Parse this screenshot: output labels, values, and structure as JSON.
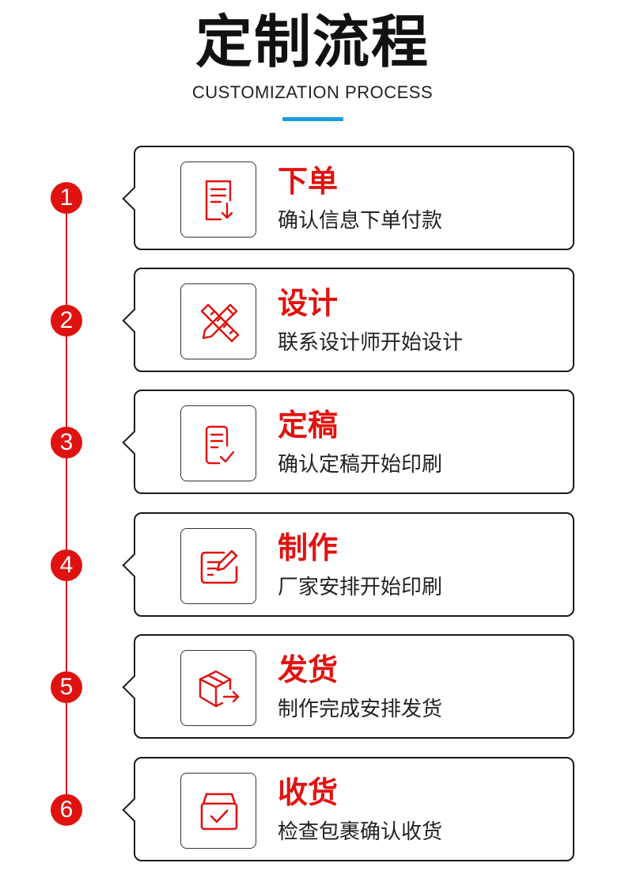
{
  "header": {
    "title": "定制流程",
    "subtitle": "CUSTOMIZATION PROCESS"
  },
  "accent_color": "#e0120f",
  "underline_color": "#1a9be0",
  "steps": [
    {
      "number": "1",
      "title": "下单",
      "description": "确认信息下单付款",
      "icon": "order-document-icon"
    },
    {
      "number": "2",
      "title": "设计",
      "description": "联系设计师开始设计",
      "icon": "ruler-pencil-icon"
    },
    {
      "number": "3",
      "title": "定稿",
      "description": "确认定稿开始印刷",
      "icon": "document-check-icon"
    },
    {
      "number": "4",
      "title": "制作",
      "description": "厂家安排开始印刷",
      "icon": "edit-form-icon"
    },
    {
      "number": "5",
      "title": "发货",
      "description": "制作完成安排发货",
      "icon": "box-shipping-icon"
    },
    {
      "number": "6",
      "title": "收货",
      "description": "检查包裹确认收货",
      "icon": "package-check-icon"
    }
  ]
}
